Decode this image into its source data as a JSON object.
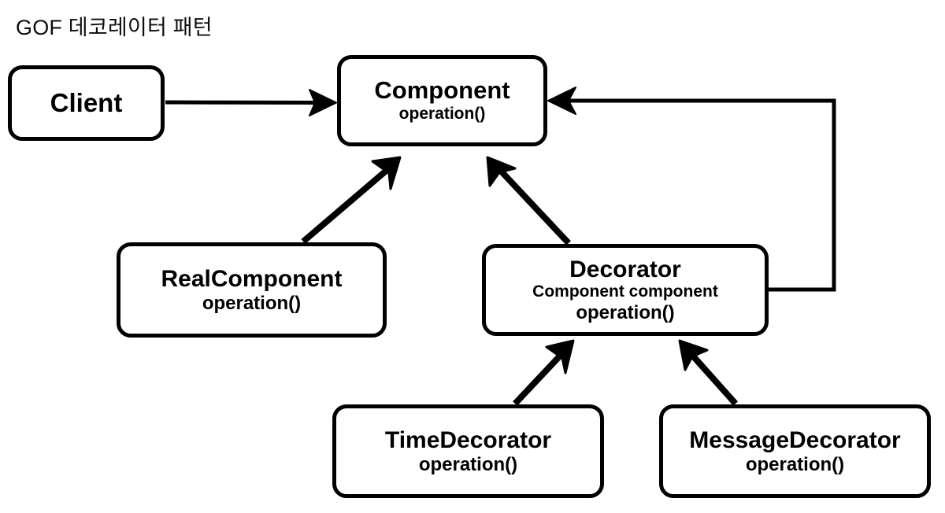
{
  "diagram": {
    "title": "GOF 데코레이터 패턴",
    "type": "uml-class-diagram",
    "background_color": "#ffffff",
    "stroke_color": "#000000",
    "style": "hand-drawn-sketch"
  },
  "classes": {
    "client": {
      "name": "Client",
      "attributes": [],
      "operations": []
    },
    "component": {
      "name": "Component",
      "attributes": [],
      "operations": [
        "operation()"
      ]
    },
    "real_component": {
      "name": "RealComponent",
      "attributes": [],
      "operations": [
        "operation()"
      ]
    },
    "decorator": {
      "name": "Decorator",
      "attributes": [
        "Component component"
      ],
      "operations": [
        "operation()"
      ]
    },
    "time_decorator": {
      "name": "TimeDecorator",
      "attributes": [],
      "operations": [
        "operation()"
      ]
    },
    "message_decorator": {
      "name": "MessageDecorator",
      "attributes": [],
      "operations": [
        "operation()"
      ]
    }
  },
  "relationships": [
    {
      "id": "client-to-component",
      "from": "Client",
      "to": "Component",
      "kind": "dependency",
      "arrow": "open-arrowhead"
    },
    {
      "id": "realcomponent-to-component",
      "from": "RealComponent",
      "to": "Component",
      "kind": "generalization",
      "arrow": "solid-triangle"
    },
    {
      "id": "decorator-to-component",
      "from": "Decorator",
      "to": "Component",
      "kind": "generalization",
      "arrow": "solid-triangle"
    },
    {
      "id": "decorator-association-component",
      "from": "Decorator",
      "to": "Component",
      "kind": "association",
      "arrow": "open-arrowhead"
    },
    {
      "id": "timedecorator-to-decorator",
      "from": "TimeDecorator",
      "to": "Decorator",
      "kind": "generalization",
      "arrow": "solid-triangle"
    },
    {
      "id": "messagedecorator-to-decorator",
      "from": "MessageDecorator",
      "to": "Decorator",
      "kind": "generalization",
      "arrow": "solid-triangle"
    }
  ]
}
